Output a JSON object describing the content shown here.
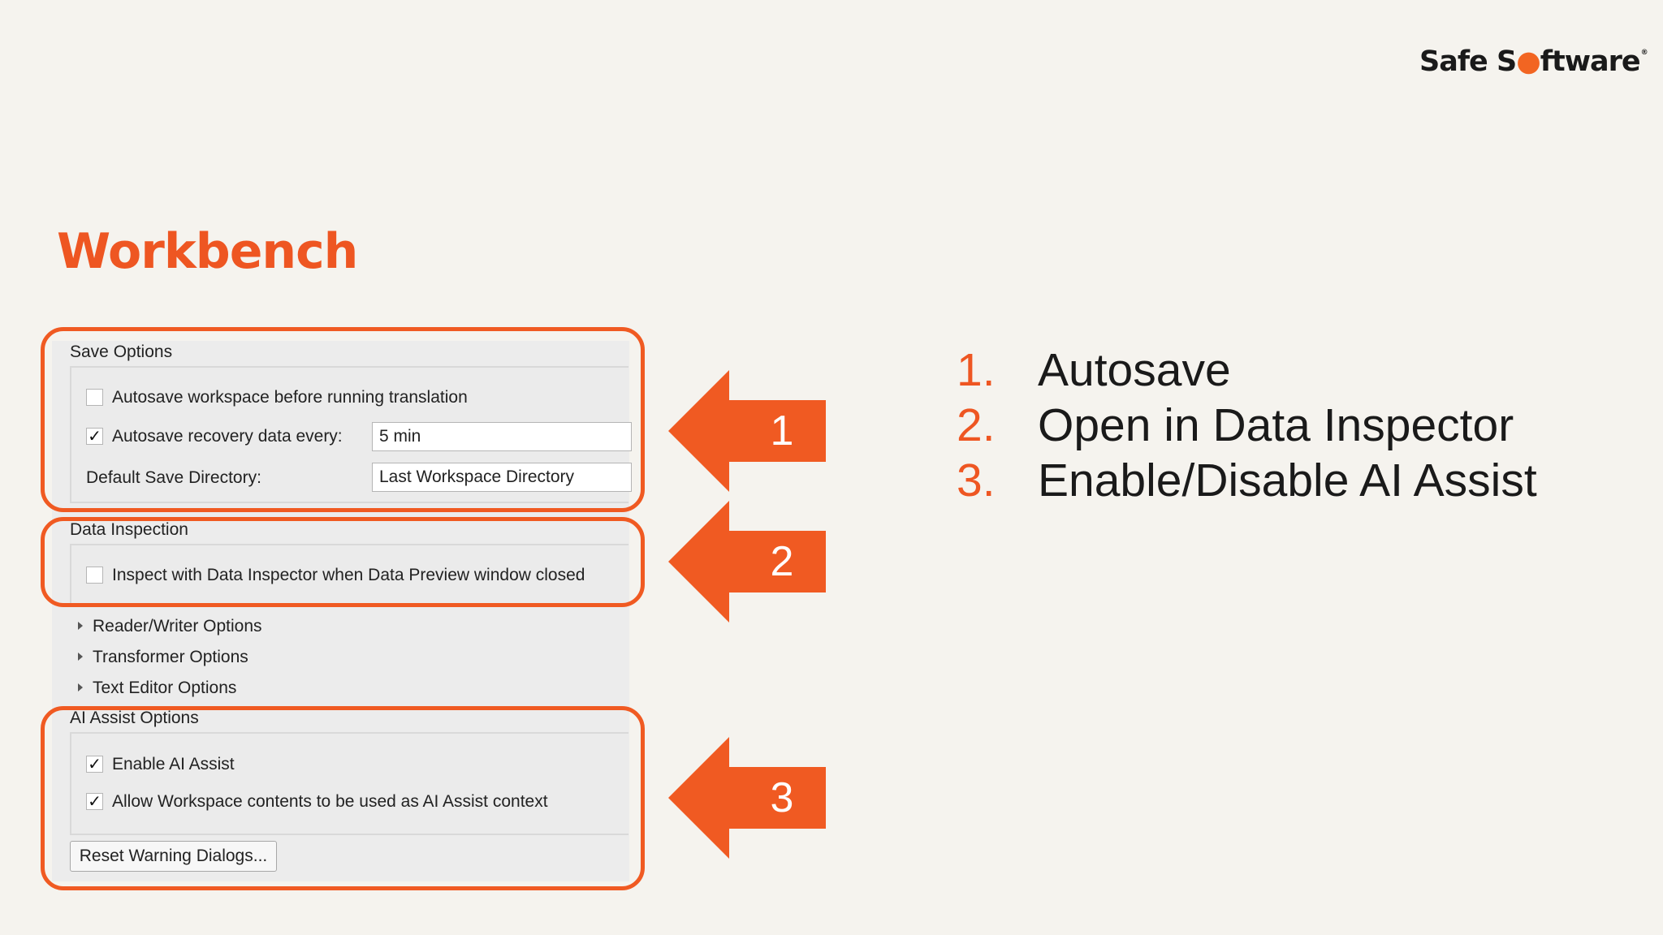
{
  "brand": {
    "logo_pre": "Safe S",
    "logo_dot": "●",
    "logo_post": "ftware",
    "logo_reg": "®",
    "accent_color": "#f05a22"
  },
  "slide": {
    "title": "Workbench"
  },
  "save_options": {
    "label": "Save Options",
    "autosave_before_translation": {
      "label": "Autosave workspace before running translation",
      "checked": false
    },
    "autosave_recovery": {
      "label": "Autosave recovery data every:",
      "checked": true,
      "value": "5 min"
    },
    "default_save_dir": {
      "label": "Default Save Directory:",
      "value": "Last Workspace Directory"
    }
  },
  "data_inspection": {
    "label": "Data Inspection",
    "inspect_on_close": {
      "label": "Inspect with Data Inspector when Data Preview window closed",
      "checked": false
    }
  },
  "tree": {
    "reader_writer": "Reader/Writer Options",
    "transformer": "Transformer Options",
    "text_editor": "Text Editor Options"
  },
  "ai_assist": {
    "label": "AI Assist Options",
    "enable": {
      "label": "Enable AI Assist",
      "checked": true
    },
    "allow_context": {
      "label": "Allow Workspace contents to be used as AI Assist context",
      "checked": true
    },
    "reset_button": "Reset Warning Dialogs..."
  },
  "callouts": [
    "1",
    "2",
    "3"
  ],
  "list": [
    {
      "num": "1.",
      "text": "Autosave"
    },
    {
      "num": "2.",
      "text": "Open in Data Inspector"
    },
    {
      "num": "3.",
      "text": "Enable/Disable AI Assist"
    }
  ],
  "check_glyph": "✓"
}
